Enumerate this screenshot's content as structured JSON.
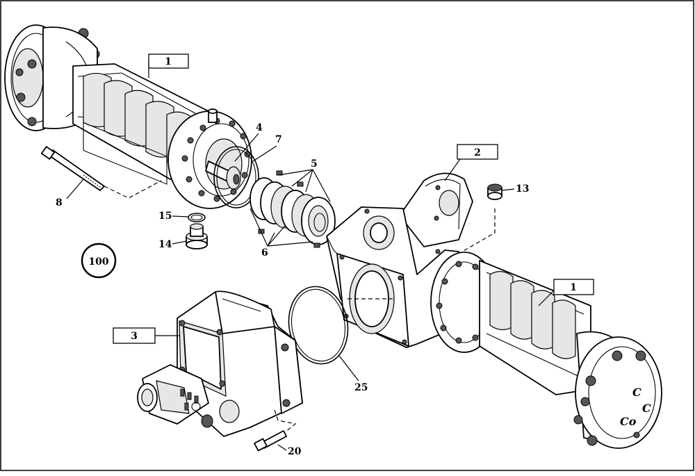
{
  "diagram": {
    "callouts": {
      "c1_top": "1",
      "c1_right": "1",
      "c2": "2",
      "c3": "3",
      "c4": "4",
      "c5": "5",
      "c6": "6",
      "c7": "7",
      "c8": "8",
      "c13": "13",
      "c14": "14",
      "c15": "15",
      "c20": "20",
      "c25": "25",
      "c100": "100"
    },
    "hub_markings": [
      "C",
      "C",
      "Co"
    ]
  }
}
